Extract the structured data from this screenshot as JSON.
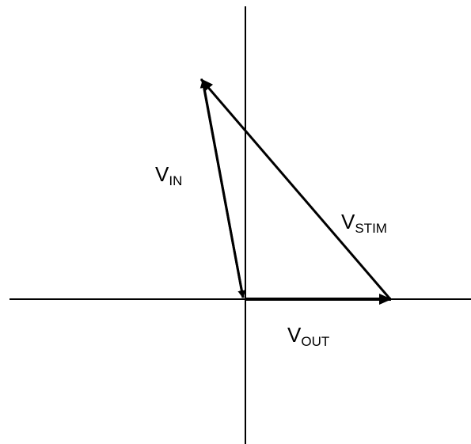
{
  "colors": {
    "background": "#ffffff",
    "stroke": "#000000"
  },
  "vectors": {
    "vin": {
      "main": "V",
      "sub": "IN"
    },
    "vstim": {
      "main": "V",
      "sub": "STIM"
    },
    "vout": {
      "main": "V",
      "sub": "OUT"
    }
  }
}
